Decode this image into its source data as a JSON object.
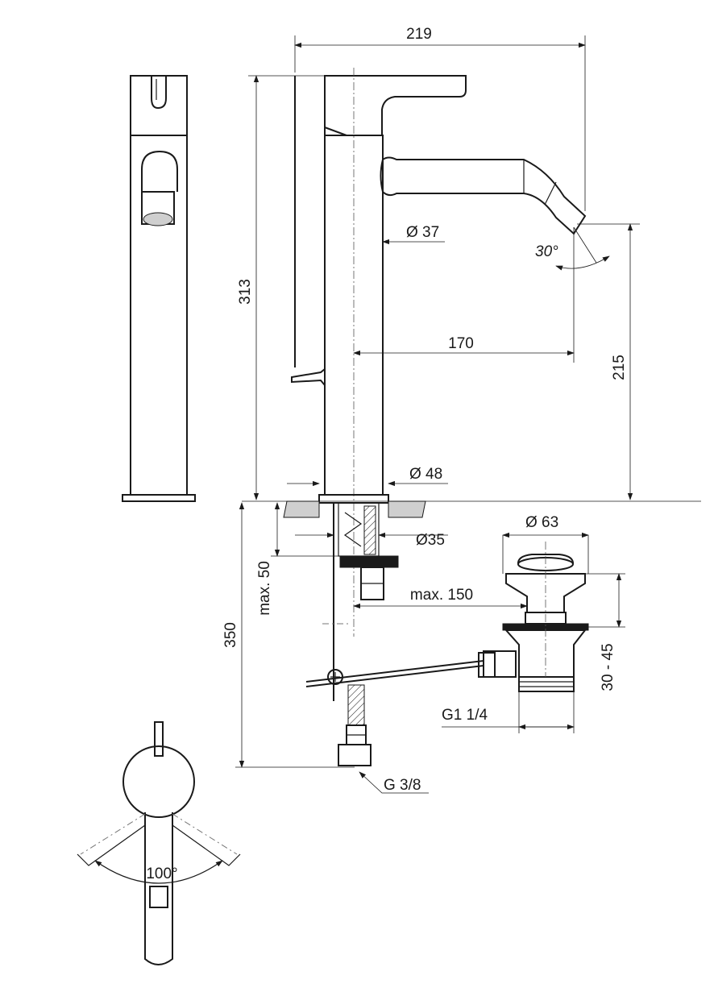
{
  "dimensions": {
    "overall_width": "219",
    "overall_height": "313",
    "spout_diameter": "Ø 37",
    "spout_angle": "30°",
    "spout_reach": "170",
    "spout_height": "215",
    "base_diameter": "Ø 48",
    "shank_diameter": "Ø35",
    "waste_diameter": "Ø 63",
    "max_deck_thickness": "max. 50",
    "max_waste_distance": "max. 150",
    "waste_adjust": "30 - 45",
    "waste_thread": "G1 1/4",
    "installation_depth": "350",
    "supply_thread": "G 3/8",
    "handle_rotation": "100°"
  },
  "colors": {
    "line": "#1a1a1a",
    "deck": "#cfcfcf"
  }
}
